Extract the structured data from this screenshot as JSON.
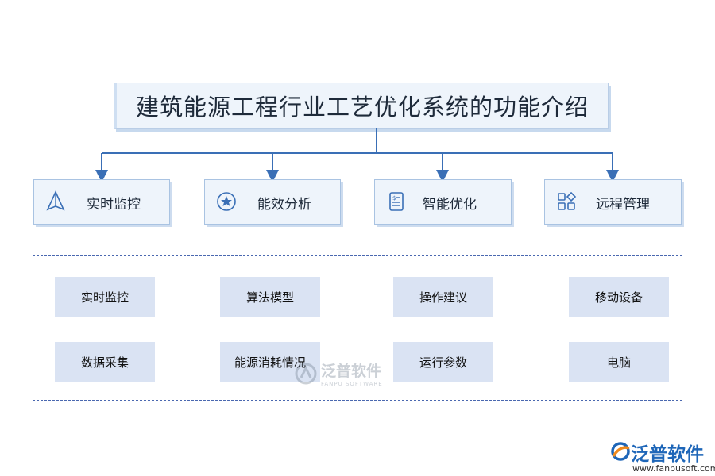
{
  "title": "建筑能源工程行业工艺优化系统的功能介绍",
  "categories": [
    {
      "label": "实时监控",
      "icon": "pyramid-icon"
    },
    {
      "label": "能效分析",
      "icon": "star-badge-icon"
    },
    {
      "label": "智能优化",
      "icon": "document-icon"
    },
    {
      "label": "远程管理",
      "icon": "apps-grid-icon"
    }
  ],
  "items": [
    {
      "label": "实时监控"
    },
    {
      "label": "算法模型"
    },
    {
      "label": "操作建议"
    },
    {
      "label": "移动设备"
    },
    {
      "label": "数据采集"
    },
    {
      "label": "能源消耗情况"
    },
    {
      "label": "运行参数"
    },
    {
      "label": "电脑"
    }
  ],
  "watermark": {
    "name": "泛普软件",
    "sub": "FANPU SOFTWARE"
  },
  "brand": {
    "name": "泛普软件",
    "url": "www.fanpusoft.com"
  },
  "colors": {
    "accent": "#3a6fb6",
    "box_fill": "#eef4fb",
    "item_fill": "#dae3f3",
    "brand_blue": "#1e66b8",
    "brand_orange": "#f08a1c"
  }
}
